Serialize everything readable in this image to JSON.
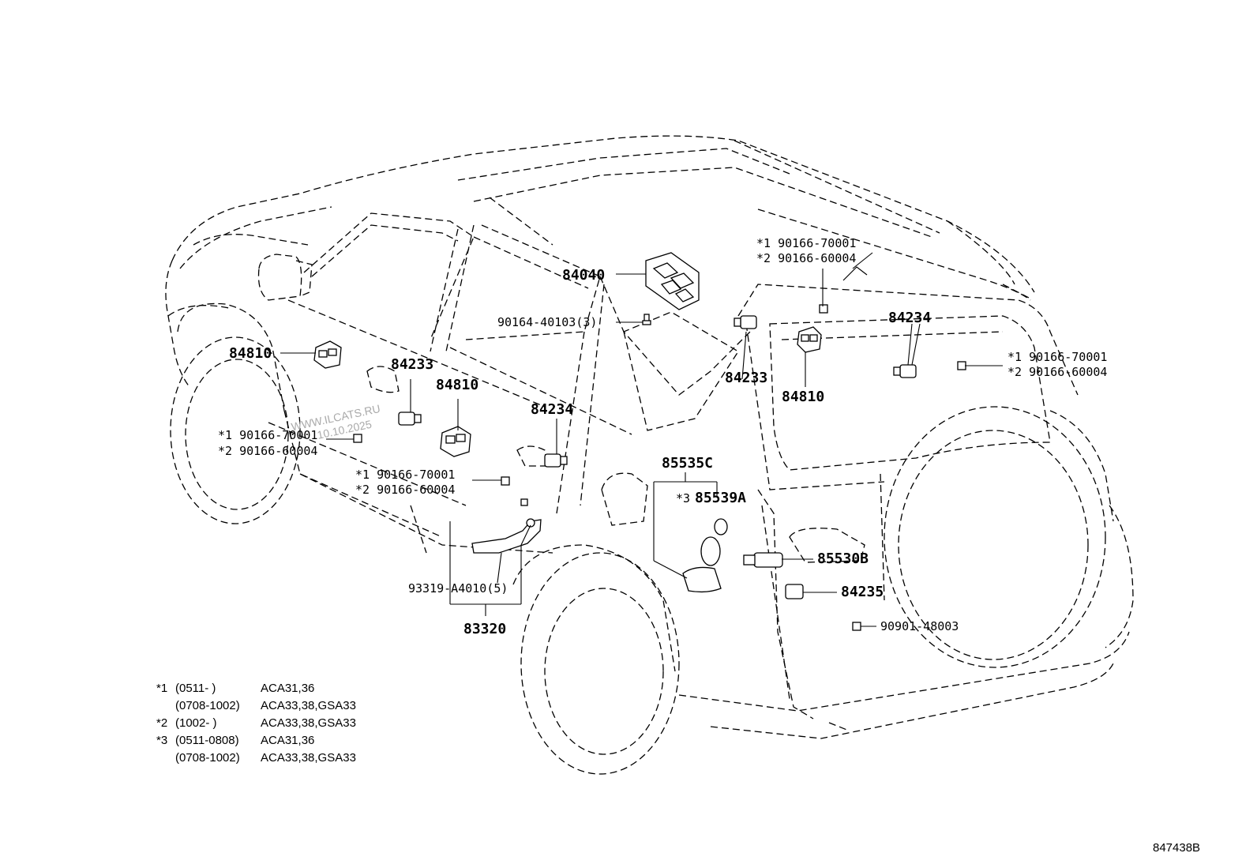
{
  "diagram_id": "847438B",
  "watermark": [
    "WWW.ILCATS.RU",
    "10.10.2025"
  ],
  "parts": {
    "p84040": "84040",
    "p90164": "90164-40103(3)",
    "p84810_left": "84810",
    "p84810_mid": "84810",
    "p84810_right": "84810",
    "p84233_left": "84233",
    "p84233_right": "84233",
    "p84234_mid": "84234",
    "p84234_right": "84234",
    "p85535C": "85535C",
    "p85539A": "85539A",
    "p85539A_mark": "*3",
    "p85530B": "85530B",
    "p84235": "84235",
    "p90901": "90901-48003",
    "p93319": "93319-A4010(5)",
    "p83320": "83320"
  },
  "screws": {
    "top_right": {
      "line1": "*1 90166-70001",
      "line2": "*2 90166-60004"
    },
    "right": {
      "line1": "*1 90166-70001",
      "line2": "*2 90166-60004"
    },
    "left": {
      "line1": "*1 90166-70001",
      "line2": "*2 90166-60004"
    },
    "mid": {
      "line1": "*1 90166-70001",
      "line2": "*2 90166-60004"
    }
  },
  "notes": [
    {
      "mark": "*1",
      "range": "(0511-      )",
      "models": "ACA31,36"
    },
    {
      "mark": "",
      "range": "(0708-1002)",
      "models": "ACA33,38,GSA33"
    },
    {
      "mark": "*2",
      "range": "(1002-      )",
      "models": "ACA33,38,GSA33"
    },
    {
      "mark": "*3",
      "range": "(0511-0808)",
      "models": "ACA31,36"
    },
    {
      "mark": "",
      "range": "(0708-1002)",
      "models": "ACA33,38,GSA33"
    }
  ]
}
